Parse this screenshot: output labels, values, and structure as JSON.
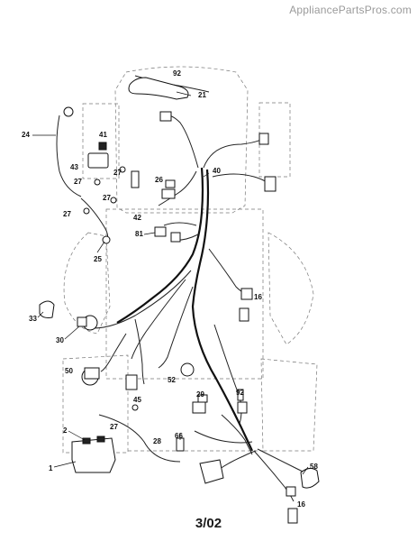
{
  "header": {
    "watermark": "AppliancePartsPros.com"
  },
  "footer": {
    "date_code": "3/02"
  },
  "callouts": {
    "c1": "1",
    "c2": "2",
    "c16a": "16",
    "c16b": "16",
    "c21": "21",
    "c24": "24",
    "c25": "25",
    "c26": "26",
    "c27a": "27",
    "c27b": "27",
    "c27c": "27",
    "c27d": "27",
    "c27e": "27",
    "c28": "28",
    "c29": "29",
    "c30": "30",
    "c33": "33",
    "c40": "40",
    "c41": "41",
    "c42": "42",
    "c43": "43",
    "c45": "45",
    "c50": "50",
    "c52": "52",
    "c58": "58",
    "c66": "66",
    "c81": "81",
    "c92": "92"
  }
}
